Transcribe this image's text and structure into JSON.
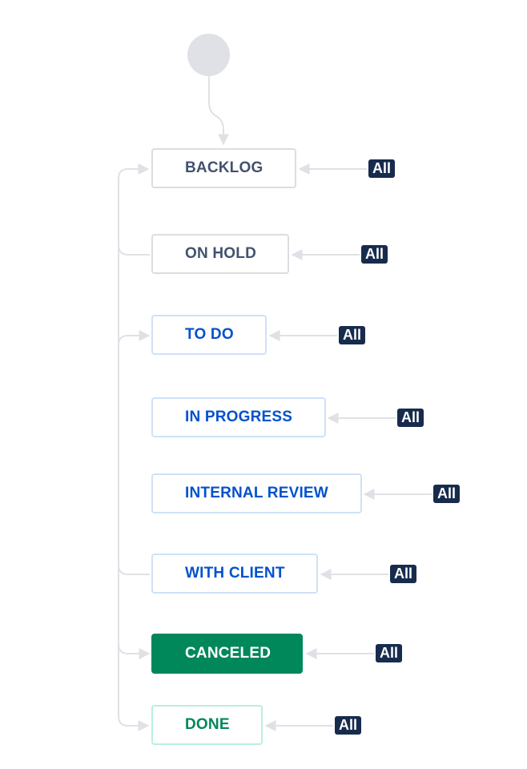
{
  "workflow": {
    "statuses": [
      {
        "id": "backlog",
        "label": "BACKLOG",
        "category": "gray",
        "transition": "All"
      },
      {
        "id": "onhold",
        "label": "ON HOLD",
        "category": "gray",
        "transition": "All"
      },
      {
        "id": "todo",
        "label": "TO DO",
        "category": "blue",
        "transition": "All"
      },
      {
        "id": "inprog",
        "label": "IN PROGRESS",
        "category": "blue",
        "transition": "All"
      },
      {
        "id": "internal",
        "label": "INTERNAL REVIEW",
        "category": "blue",
        "transition": "All"
      },
      {
        "id": "client",
        "label": "WITH CLIENT",
        "category": "blue",
        "transition": "All"
      },
      {
        "id": "canceled",
        "label": "CANCELED",
        "category": "canceled",
        "transition": "All"
      },
      {
        "id": "done",
        "label": "DONE",
        "category": "done",
        "transition": "All"
      }
    ],
    "colors": {
      "gray_text": "#42526e",
      "blue_text": "#0052cc",
      "green": "#00875a",
      "badge_bg": "#172b4d",
      "connector": "#dfe1e6"
    }
  }
}
